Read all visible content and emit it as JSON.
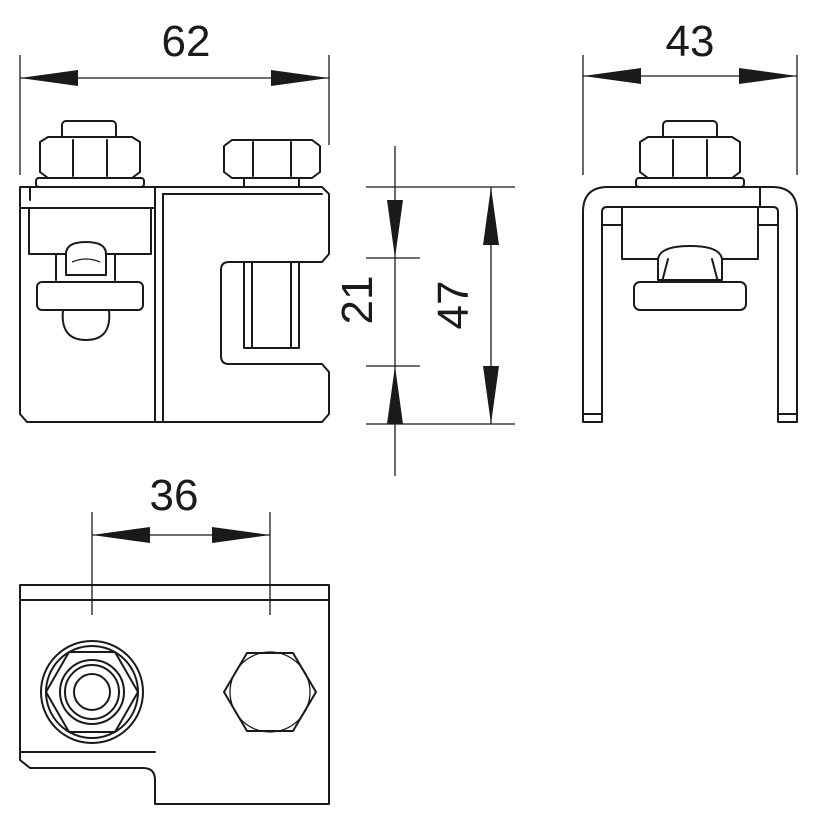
{
  "dimensions": {
    "width_front": "62",
    "width_side": "43",
    "height_inner": "21",
    "height_total": "47",
    "bolt_spacing": "36"
  }
}
